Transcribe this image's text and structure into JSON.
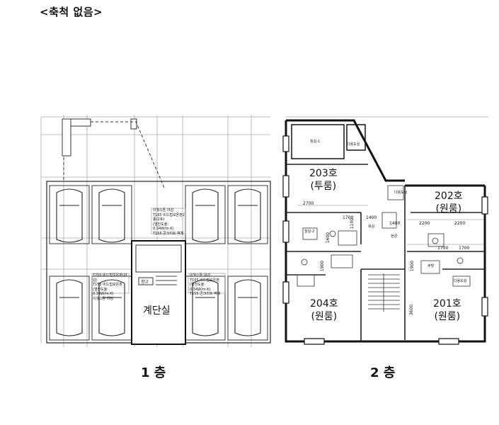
{
  "header": {
    "title": "<축척 없음>"
  },
  "floor1": {
    "caption": "1 층",
    "stair_room": "계단실",
    "small_room": "창고",
    "notes": [
      "이월스톤 마감",
      "T155 비드법보온판2종(1호)",
      "(열전도율: 0.34W/m·K)",
      "T155 콘크리트 벽체",
      "T200 비드법보온판(마감)",
      "T155 비드법보온판",
      "(열전도율: 0.34W/m·K)",
      "이월스톤 마감"
    ]
  },
  "floor2": {
    "caption": "2 층",
    "units": [
      {
        "id": "203",
        "name": "203호",
        "type": "(투룸)"
      },
      {
        "id": "202",
        "name": "202호",
        "type": "(원룸)"
      },
      {
        "id": "204",
        "name": "204호",
        "type": "(원룸)"
      },
      {
        "id": "201",
        "name": "201호",
        "type": "(원룸)"
      }
    ],
    "small_labels": [
      "침실-1",
      "다용도실",
      "침실-2",
      "욕실",
      "현관",
      "다용도실",
      "다용도실",
      "주방"
    ],
    "dimensions": [
      "2700",
      "1700",
      "1400",
      "1400",
      "2200",
      "2200",
      "1700",
      "1700",
      "1100",
      "1600",
      "1900",
      "1900",
      "3600"
    ]
  }
}
